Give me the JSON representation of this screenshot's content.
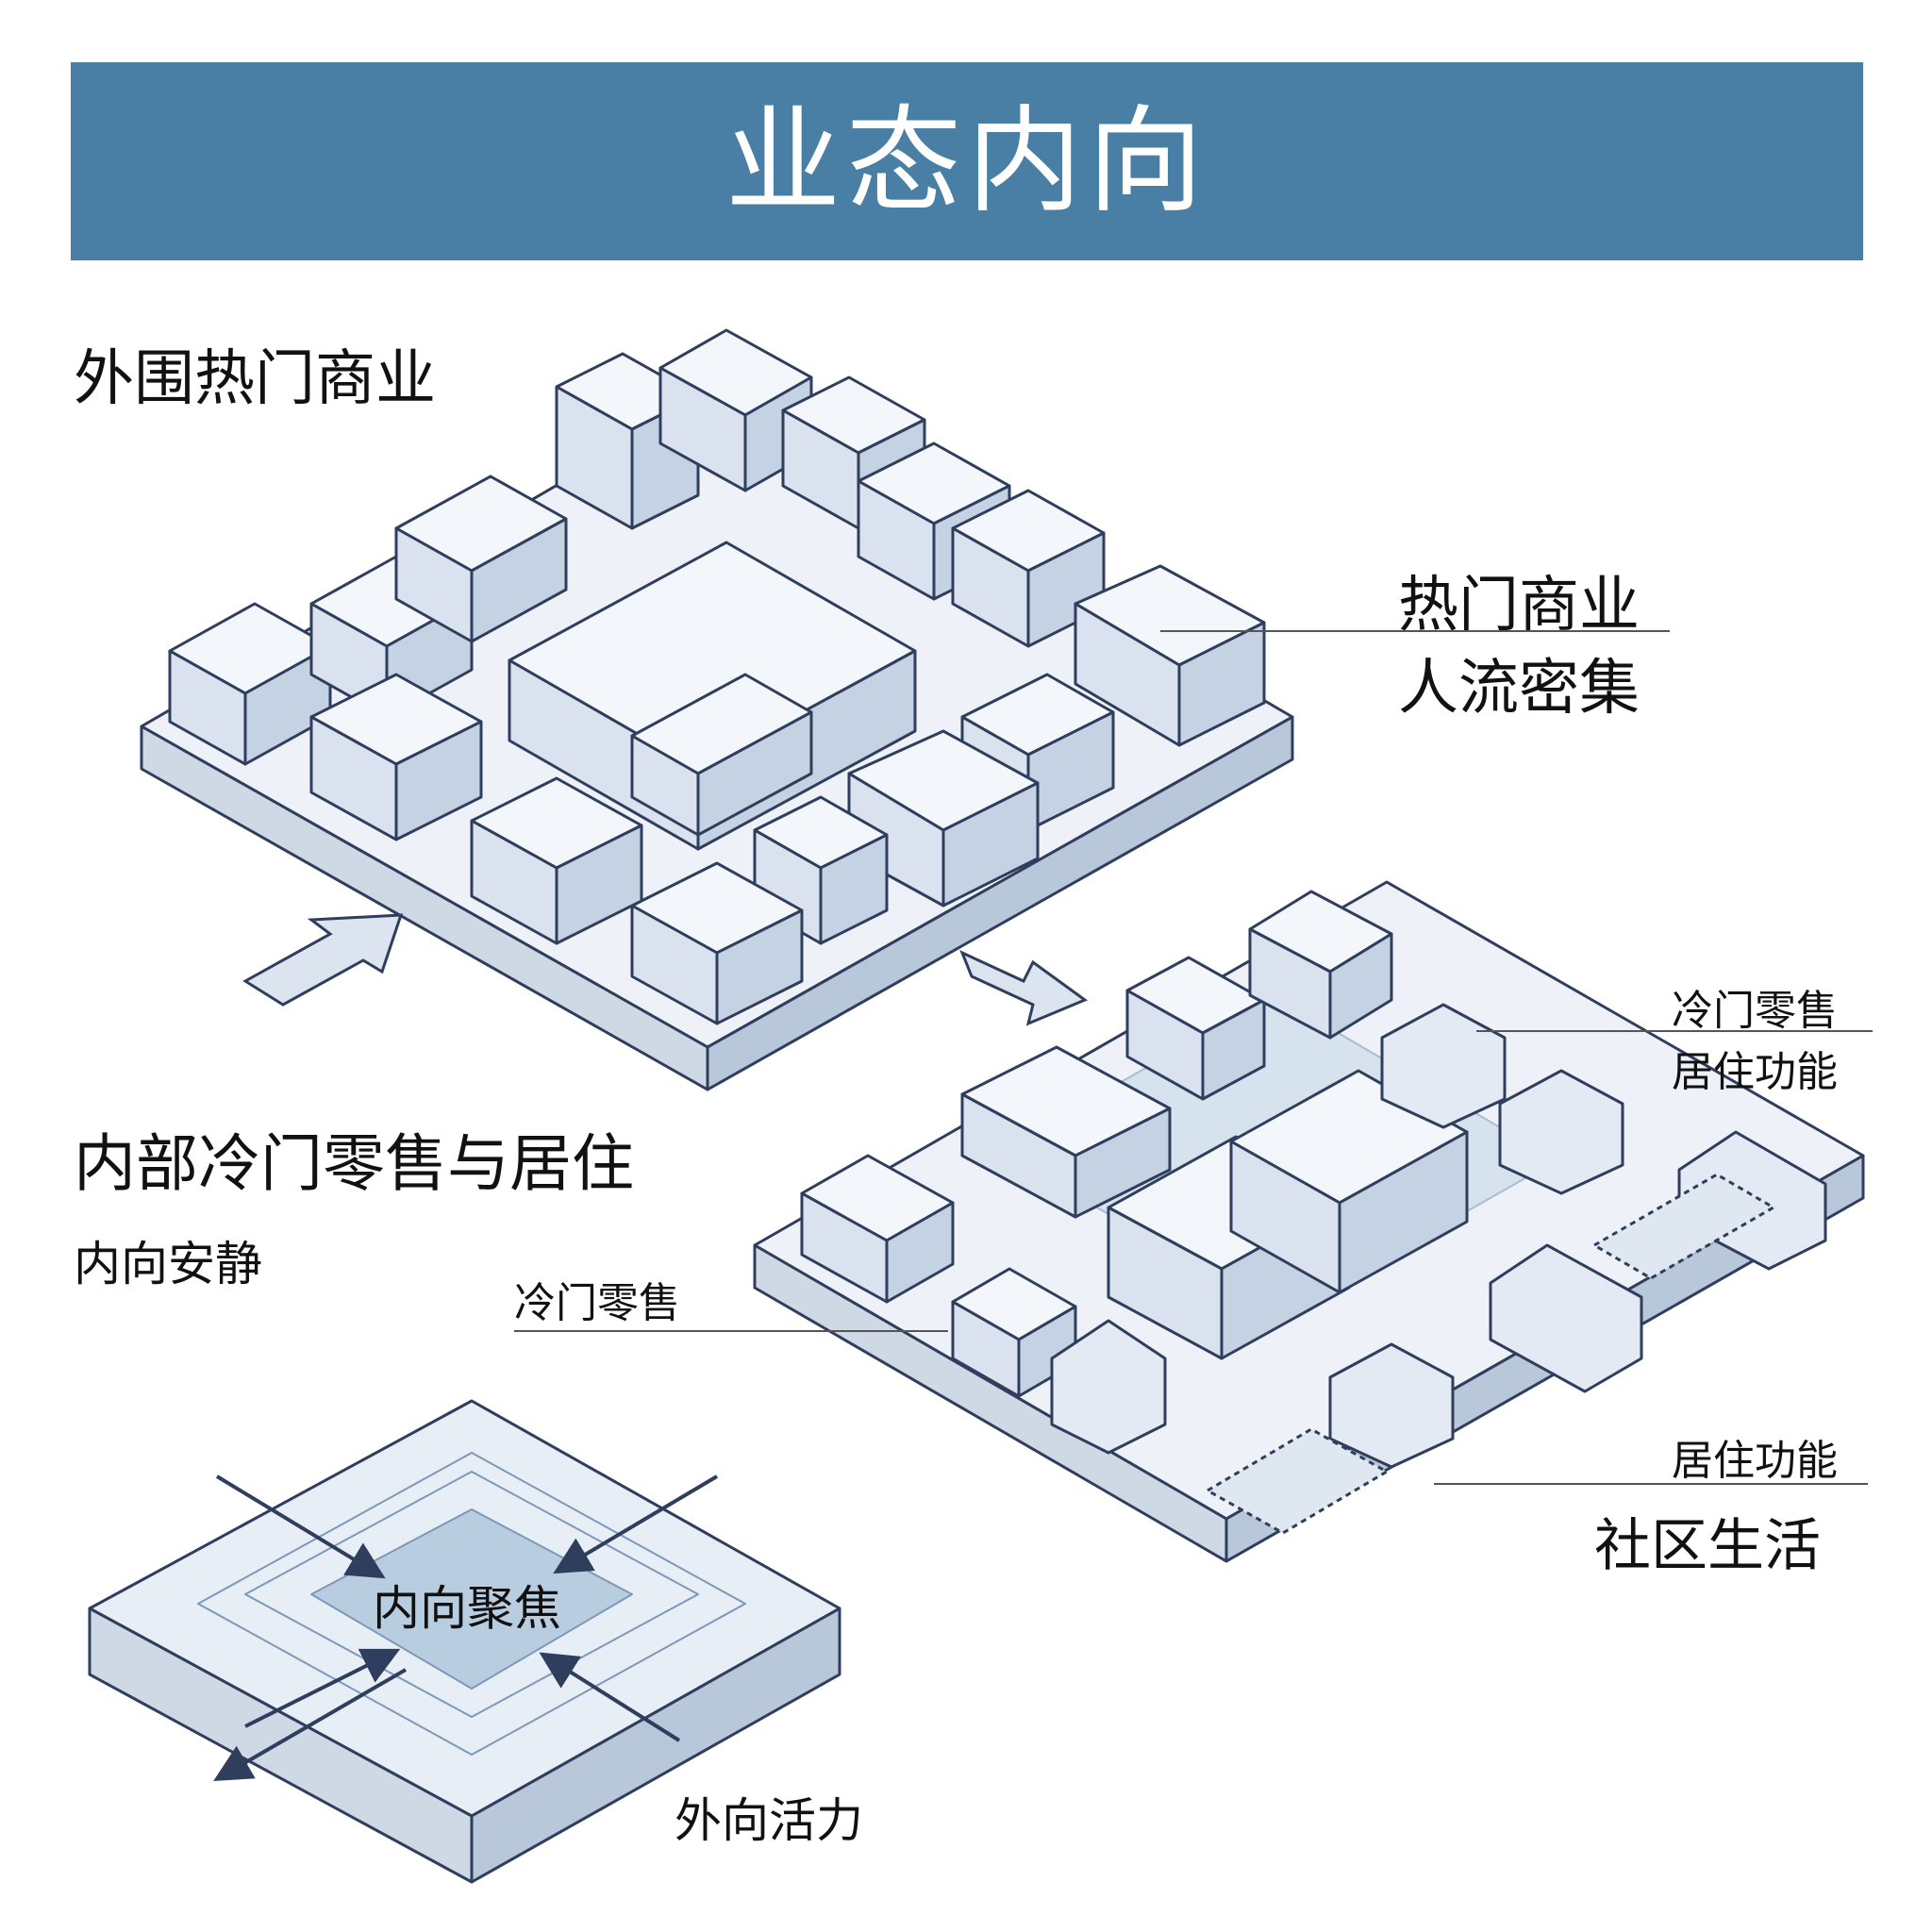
{
  "title": "业态内向",
  "labels": {
    "outer_commercial": "外围热门商业",
    "hot_commercial": "热门商业",
    "crowd_dense": "人流密集",
    "inner_title": "内部冷门零售与居住",
    "inner_quiet": "内向安静",
    "cold_retail_top": "冷门零售",
    "residential_top": "居住功能",
    "cold_retail_left": "冷门零售",
    "residential_bottom": "居住功能",
    "community_life": "社区生活",
    "inward_focus": "内向聚焦",
    "outward_vitality": "外向活力"
  },
  "colors": {
    "banner": "#4a7fa5",
    "line": "#2f3e5c",
    "block_fill": "#e9eef6",
    "plaza_fill": "#d6e3ef",
    "focus_fill": "#b9cde0"
  }
}
